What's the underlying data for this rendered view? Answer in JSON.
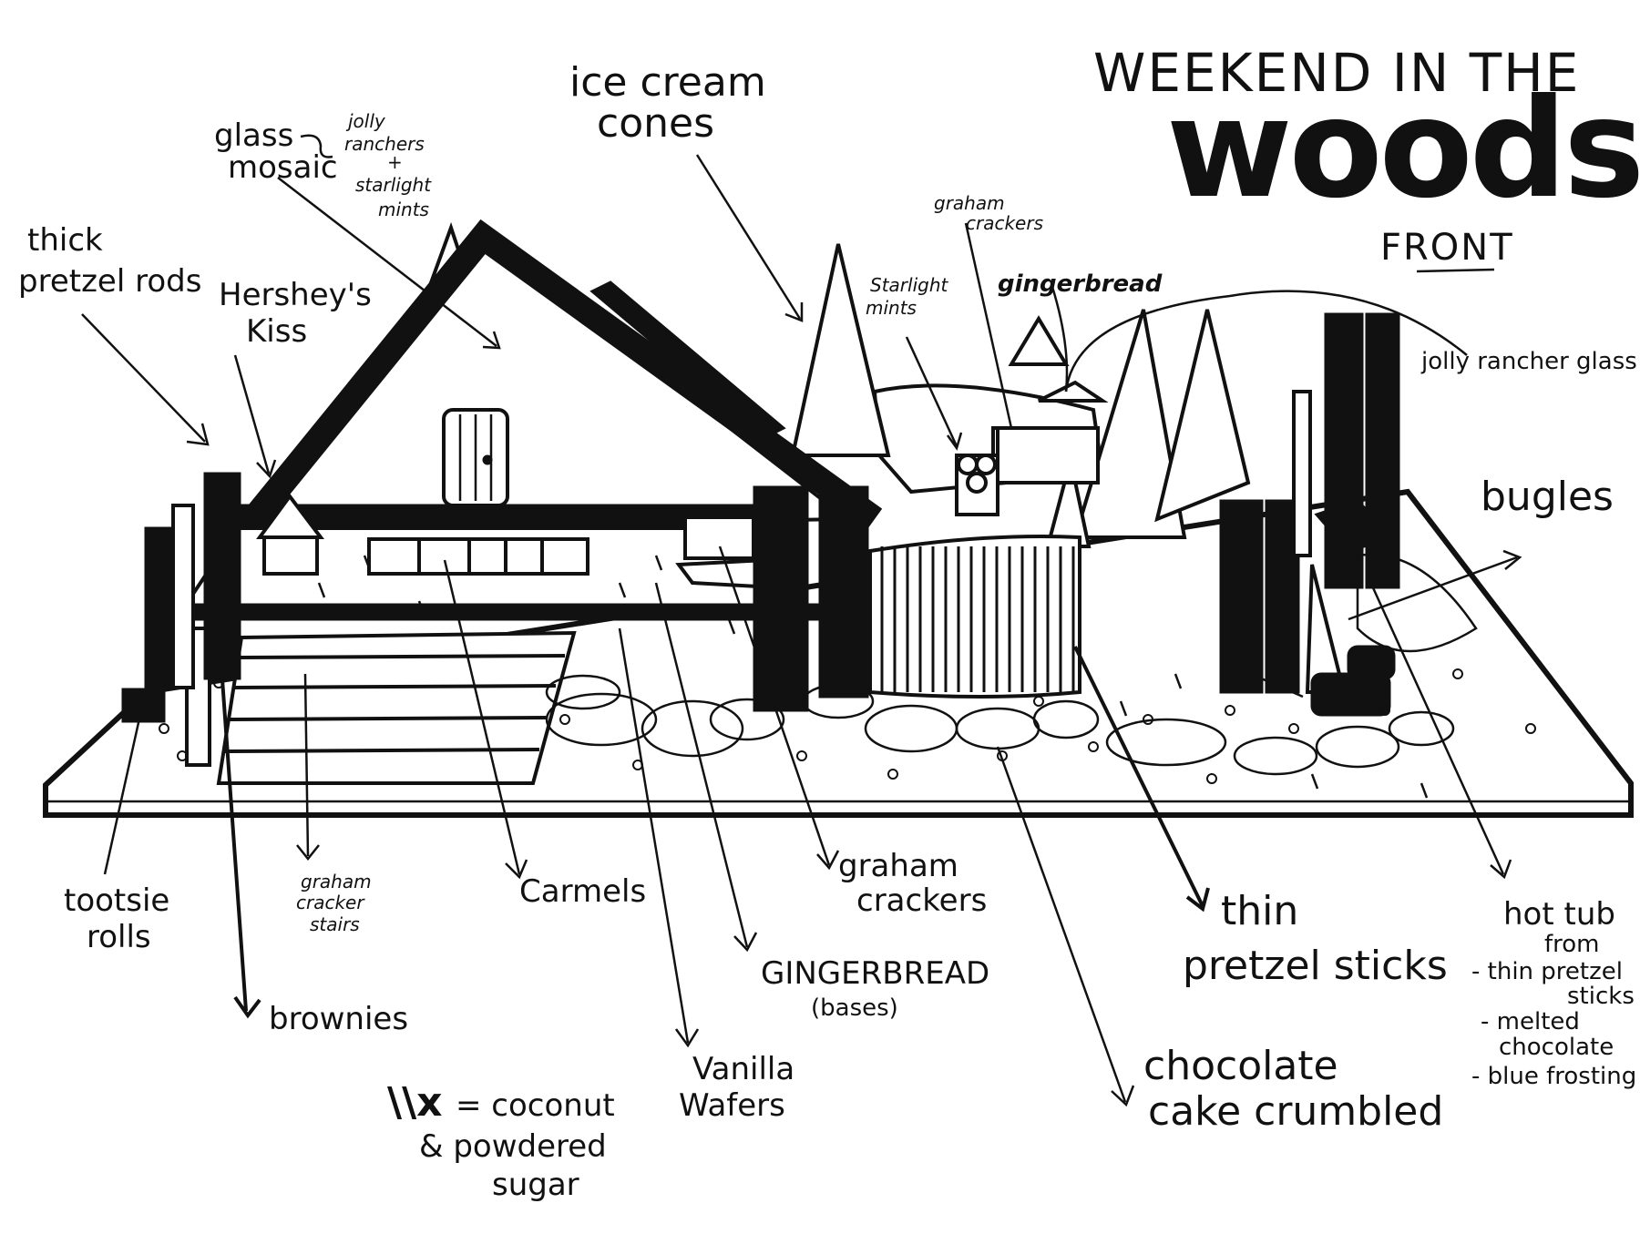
{
  "title": {
    "line1": "WEEKEND IN THE",
    "line2": "woods",
    "subtitle": "FRONT"
  },
  "labels": {
    "thick_pretzel_rods": [
      "thick",
      "pretzel rods"
    ],
    "glass_mosaic": [
      "glass",
      "mosaic"
    ],
    "jolly_ranchers_mints": [
      "jolly",
      "ranchers",
      "+",
      "starlight",
      "mints"
    ],
    "hersheys_kiss": [
      "Hershey's",
      "Kiss"
    ],
    "ice_cream_cones": [
      "ice cream",
      "cones"
    ],
    "graham_crackers_top": [
      "graham",
      "crackers"
    ],
    "starlight_mints": [
      "Starlight",
      "mints"
    ],
    "gingerbread_top": "gingerbread",
    "jolly_rancher_glass": "jolly rancher glass",
    "bugles": "bugles",
    "tootsie_rolls": [
      "tootsie",
      "rolls"
    ],
    "graham_cracker_stairs": [
      "graham",
      "cracker",
      "stairs"
    ],
    "carmels": "Carmels",
    "graham_crackers_bottom": [
      "graham",
      "crackers"
    ],
    "thin_pretzel_sticks": [
      "thin",
      "pretzel sticks"
    ],
    "hot_tub": [
      "hot tub",
      "from",
      "- thin pretzel",
      "sticks",
      "- melted",
      "chocolate",
      "- blue frosting"
    ],
    "brownies": "brownies",
    "gingerbread_bases": [
      "GINGERBREAD",
      "(bases)"
    ],
    "vanilla_wafers": [
      "Vanilla",
      "Wafers"
    ],
    "chocolate_cake": [
      "chocolate",
      "cake crumbled"
    ],
    "legend": {
      "symbol": "\\\\x",
      "text": [
        "= coconut",
        "& powdered",
        "sugar"
      ]
    }
  },
  "colors": {
    "ink": "#111111",
    "paper": "#ffffff"
  }
}
